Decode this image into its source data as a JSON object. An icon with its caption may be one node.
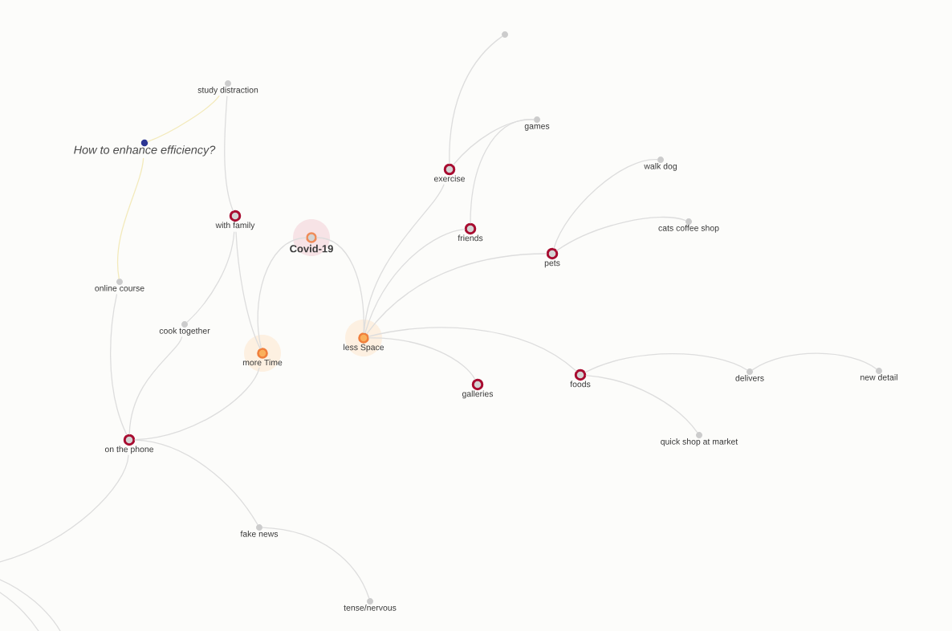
{
  "diagram": {
    "nodes": [
      {
        "text": [],
        "shape": "circle"
      },
      {
        "text": [
          "study distraction"
        ]
      },
      {
        "text": [
          "games"
        ]
      },
      {
        "text": [
          "How to enhance efficiency?"
        ]
      },
      {
        "text": [
          "walk dog"
        ]
      },
      {
        "text": [
          "exercise"
        ]
      },
      {
        "text": [
          "with family"
        ]
      },
      {
        "text": [
          "cats coffee shop"
        ]
      },
      {
        "text": [
          "friends"
        ]
      },
      {
        "text": [
          "Covid-19"
        ]
      },
      {
        "text": [
          "pets"
        ]
      },
      {
        "text": [
          "online course"
        ]
      },
      {
        "text": [
          "cook together"
        ]
      },
      {
        "text": [
          "less Space"
        ]
      },
      {
        "text": [
          "more Time"
        ]
      },
      {
        "text": [
          "foods"
        ]
      },
      {
        "text": [
          "delivers"
        ]
      },
      {
        "text": [
          "new detail"
        ]
      },
      {
        "text": [
          "galleries"
        ]
      },
      {
        "text": [
          "quick shop at market"
        ]
      },
      {
        "text": [
          "on the phone"
        ]
      },
      {
        "text": [
          "fake news"
        ]
      },
      {
        "text": [
          "tense/nervous"
        ]
      }
    ],
    "edges": [
      {
        "from": 9,
        "to": 14,
        "arrow": "none"
      },
      {
        "from": 9,
        "to": 13,
        "arrow": "none"
      },
      {
        "from": 14,
        "to": 6,
        "arrow": "none"
      },
      {
        "from": 14,
        "to": 20,
        "arrow": "none"
      },
      {
        "from": 6,
        "to": 1,
        "arrow": "none"
      },
      {
        "from": 6,
        "to": 12,
        "arrow": "none"
      },
      {
        "from": 20,
        "to": 12,
        "arrow": "none"
      },
      {
        "from": 20,
        "to": 11,
        "arrow": "none"
      },
      {
        "from": 20,
        "to": 21,
        "arrow": "none"
      },
      {
        "from": 21,
        "to": 22,
        "arrow": "none"
      },
      {
        "from": 20,
        "to": null,
        "arrow": "none"
      },
      {
        "from": 13,
        "to": 5,
        "arrow": "none"
      },
      {
        "from": 13,
        "to": 8,
        "arrow": "none"
      },
      {
        "from": 13,
        "to": 10,
        "arrow": "none"
      },
      {
        "from": 13,
        "to": 15,
        "arrow": "none"
      },
      {
        "from": 13,
        "to": 18,
        "arrow": "none"
      },
      {
        "from": 5,
        "to": 0,
        "arrow": "none"
      },
      {
        "from": 5,
        "to": 2,
        "arrow": "none"
      },
      {
        "from": 8,
        "to": 2,
        "arrow": "none"
      },
      {
        "from": 10,
        "to": 4,
        "arrow": "none"
      },
      {
        "from": 10,
        "to": 7,
        "arrow": "none"
      },
      {
        "from": 15,
        "to": 16,
        "arrow": "none"
      },
      {
        "from": 15,
        "to": 19,
        "arrow": "none"
      },
      {
        "from": 16,
        "to": 17,
        "arrow": "none"
      },
      {
        "from": 3,
        "to": 1,
        "arrow": "none",
        "color": "#f3eabb"
      },
      {
        "from": 3,
        "to": 11,
        "arrow": "none",
        "color": "#f3eabb"
      }
    ]
  }
}
